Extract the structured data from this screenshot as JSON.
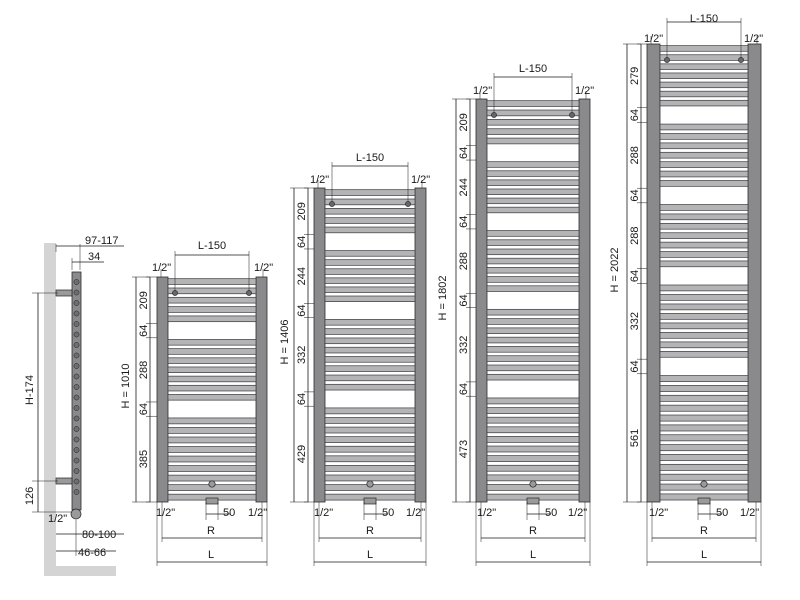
{
  "side_view": {
    "label_width_total": "97-117",
    "label_width": "34",
    "label_height": "H-174",
    "label_bottom": "126",
    "label_pipe": "1/2\"",
    "label_offset_a": "80-100",
    "label_offset_b": "46-66"
  },
  "radiators": [
    {
      "height_label": "H = 1010",
      "top_spacing": "L-150",
      "pipe_left": "1/2\"",
      "pipe_right": "1/2\"",
      "segments": [
        "209",
        "64",
        "288",
        "64",
        "385"
      ],
      "bottom_pipe_left": "1/2\"",
      "bottom_pipe_right": "1/2\"",
      "valve_label": "50",
      "r_label": "R",
      "l_label": "L"
    },
    {
      "height_label": "H = 1406",
      "top_spacing": "L-150",
      "pipe_left": "1/2\"",
      "pipe_right": "1/2\"",
      "segments": [
        "209",
        "64",
        "244",
        "64",
        "332",
        "64",
        "429"
      ],
      "bottom_pipe_left": "1/2\"",
      "bottom_pipe_right": "1/2\"",
      "valve_label": "50",
      "r_label": "R",
      "l_label": "L"
    },
    {
      "height_label": "H = 1802",
      "top_spacing": "L-150",
      "pipe_left": "1/2\"",
      "pipe_right": "1/2\"",
      "segments": [
        "209",
        "64",
        "244",
        "64",
        "288",
        "64",
        "332",
        "64",
        "473"
      ],
      "bottom_pipe_left": "1/2\"",
      "bottom_pipe_right": "1/2\"",
      "valve_label": "50",
      "r_label": "R",
      "l_label": "L"
    },
    {
      "height_label": "H = 2022",
      "top_spacing": "L-150",
      "pipe_left": "1/2\"",
      "pipe_right": "1/2\"",
      "segments": [
        "279",
        "64",
        "288",
        "64",
        "288",
        "64",
        "332",
        "64",
        "561"
      ],
      "bottom_pipe_left": "1/2\"",
      "bottom_pipe_right": "1/2\"",
      "valve_label": "50",
      "r_label": "R",
      "l_label": "L"
    }
  ]
}
